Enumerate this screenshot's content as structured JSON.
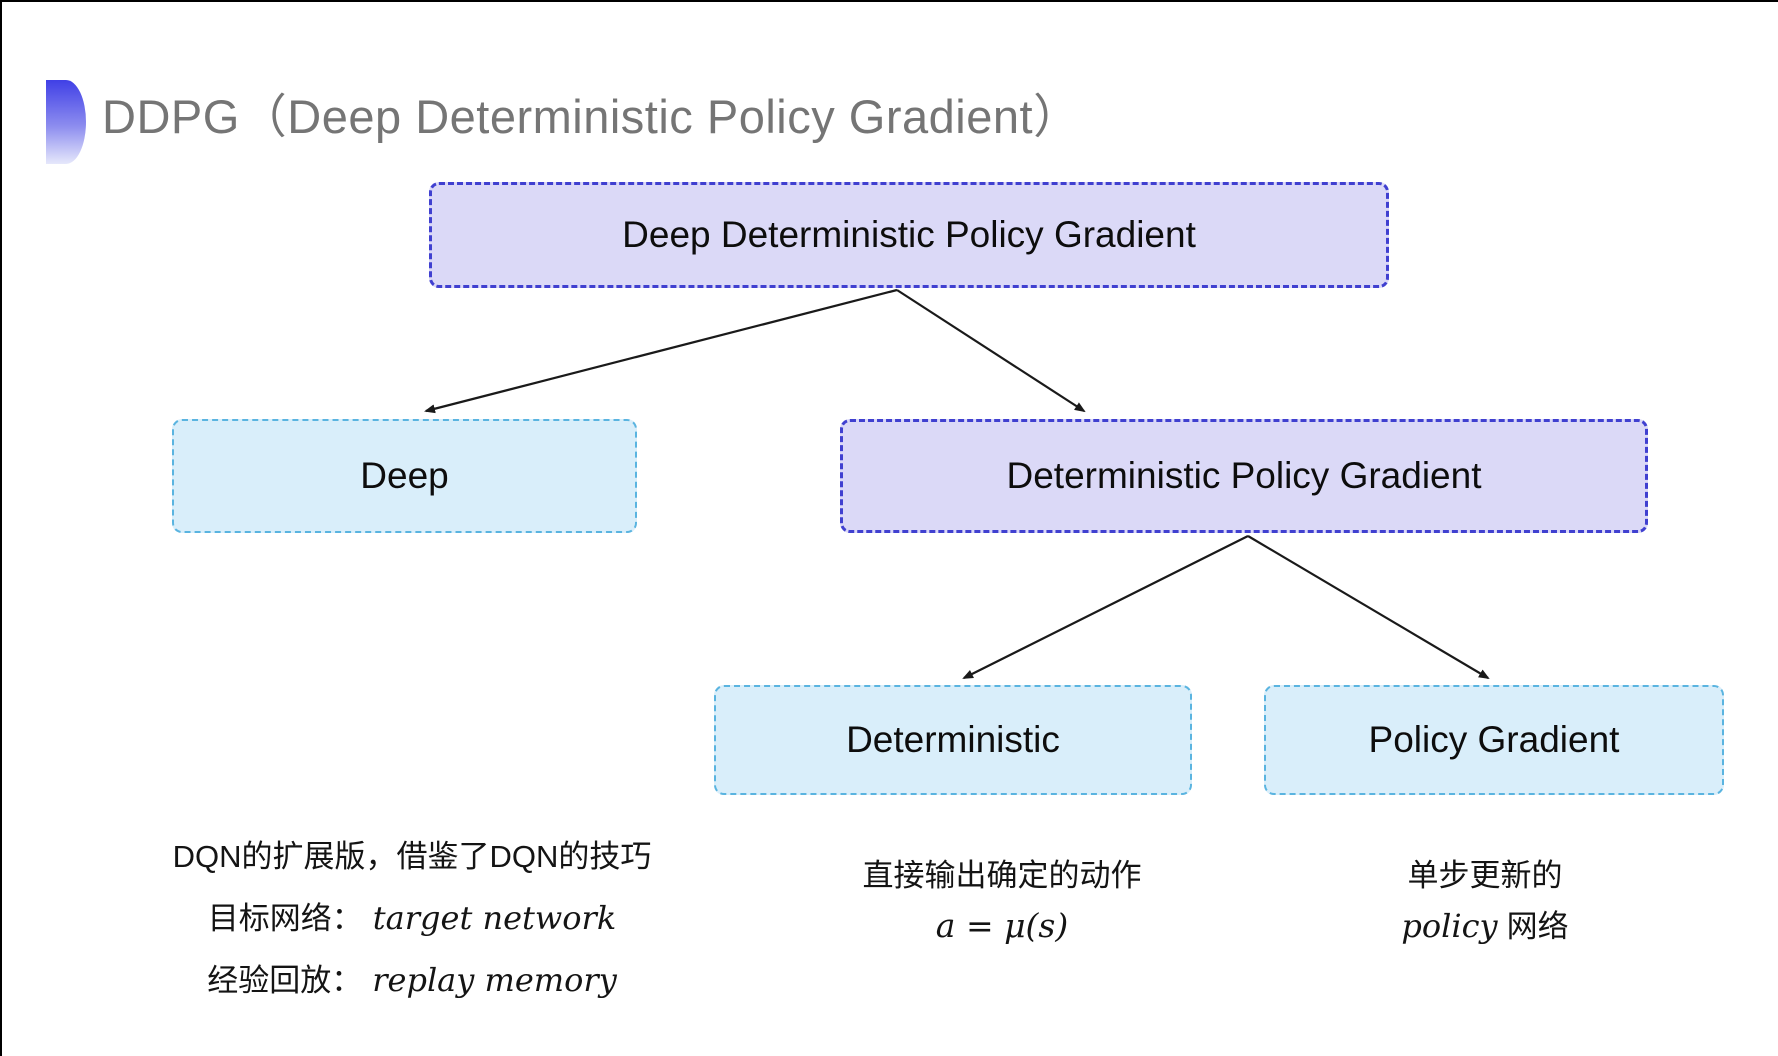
{
  "header": {
    "title": "DDPG（Deep Deterministic Policy Gradient）"
  },
  "diagram": {
    "nodes": [
      {
        "id": "ddpg",
        "label": "Deep Deterministic Policy Gradient",
        "variant": "purple"
      },
      {
        "id": "deep",
        "label": "Deep",
        "variant": "blue"
      },
      {
        "id": "dpg",
        "label": "Deterministic Policy Gradient",
        "variant": "purple"
      },
      {
        "id": "deterministic",
        "label": "Deterministic",
        "variant": "blue"
      },
      {
        "id": "policy-gradient",
        "label": "Policy Gradient",
        "variant": "blue"
      }
    ],
    "edges": [
      {
        "from": "ddpg",
        "to": "deep"
      },
      {
        "from": "ddpg",
        "to": "dpg"
      },
      {
        "from": "dpg",
        "to": "deterministic"
      },
      {
        "from": "dpg",
        "to": "policy-gradient"
      }
    ]
  },
  "notes": {
    "deep": {
      "line1": "DQN的扩展版，借鉴了DQN的技巧",
      "line2_label": "目标网络：",
      "line2_term": "target network",
      "line3_label": "经验回放：",
      "line3_term": "replay memory"
    },
    "deterministic": {
      "line1": "直接输出确定的动作",
      "formula": "a = μ(s)"
    },
    "policy_gradient": {
      "line1": "单步更新的",
      "line2_term": "policy",
      "line2_rest": "网络"
    }
  },
  "colors": {
    "purple-fill": "#dbd9f7",
    "purple-border": "#4040d0",
    "blue-fill": "#d9eefa",
    "blue-border": "#5ab4e0",
    "title-gray": "#757575",
    "arrow": "#1a1a1a",
    "bullet-top": "#4040e6",
    "bullet-bottom": "#e6e8fb"
  }
}
